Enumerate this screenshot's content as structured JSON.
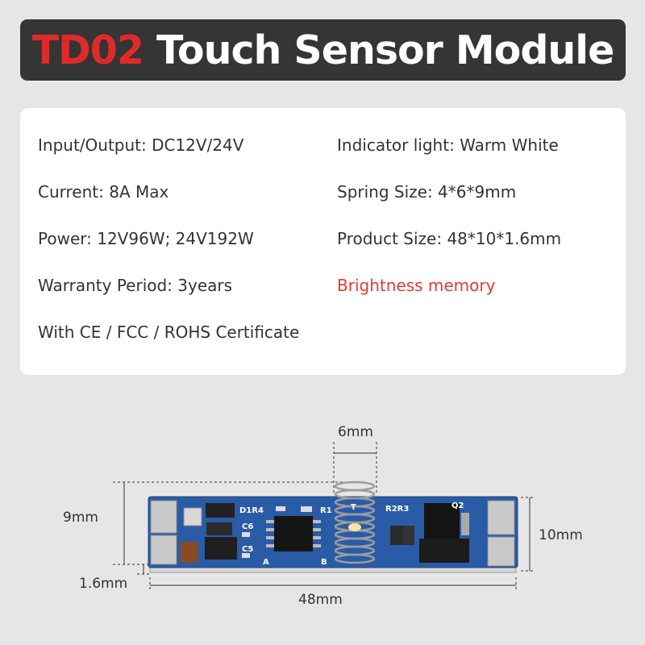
{
  "title": {
    "model": "TD02",
    "name": "Touch Sensor Module"
  },
  "specs": {
    "left": [
      "Input/Output: DC12V/24V",
      "Current: 8A Max",
      "Power: 12V96W; 24V192W",
      "Warranty Period: 3years",
      "With CE / FCC / ROHS Certificate"
    ],
    "right": [
      "Indicator light: Warm White",
      "Spring Size: 4*6*9mm",
      "Product Size: 48*10*1.6mm",
      "Brightness memory"
    ]
  },
  "dimensions": {
    "spring_width": "6mm",
    "height": "9mm",
    "board_width": "10mm",
    "thickness": "1.6mm",
    "length": "48mm"
  },
  "board_labels": {
    "d1r4": "D1R4",
    "r1": "R1",
    "c6": "C6",
    "c5": "C5",
    "r2r3": "R2R3",
    "q2": "Q2",
    "a": "A",
    "b": "B",
    "t": "T"
  },
  "colors": {
    "accent": "#e02a2a",
    "title_bg": "#353535",
    "pcb": "#2a5ba6",
    "highlight_text": "#e53935"
  }
}
